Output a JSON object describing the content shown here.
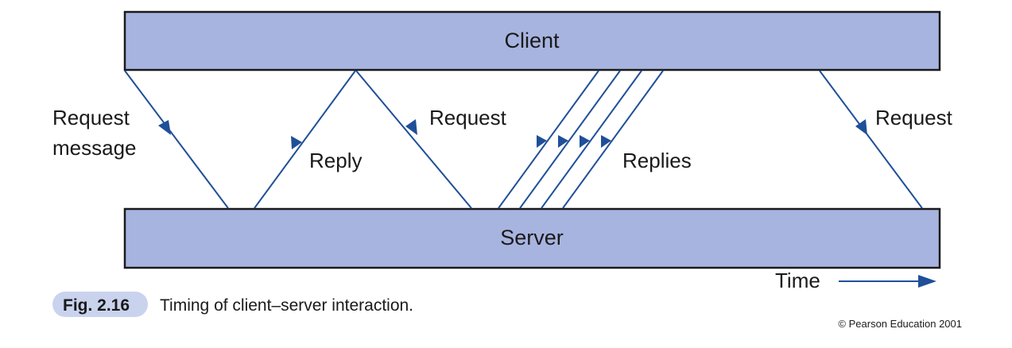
{
  "client_label": "Client",
  "server_label": "Server",
  "labels": {
    "request_message_line1": "Request",
    "request_message_line2": "message",
    "reply": "Reply",
    "request_2": "Request",
    "replies": "Replies",
    "request_3": "Request",
    "time": "Time"
  },
  "caption": {
    "fig": "Fig. 2.16",
    "text": "Timing of client–server interaction."
  },
  "copyright": "© Pearson Education 2001",
  "colors": {
    "bar_fill": "#a8b4e0",
    "arrow": "#1f4f98",
    "badge": "#c9d3ee"
  }
}
